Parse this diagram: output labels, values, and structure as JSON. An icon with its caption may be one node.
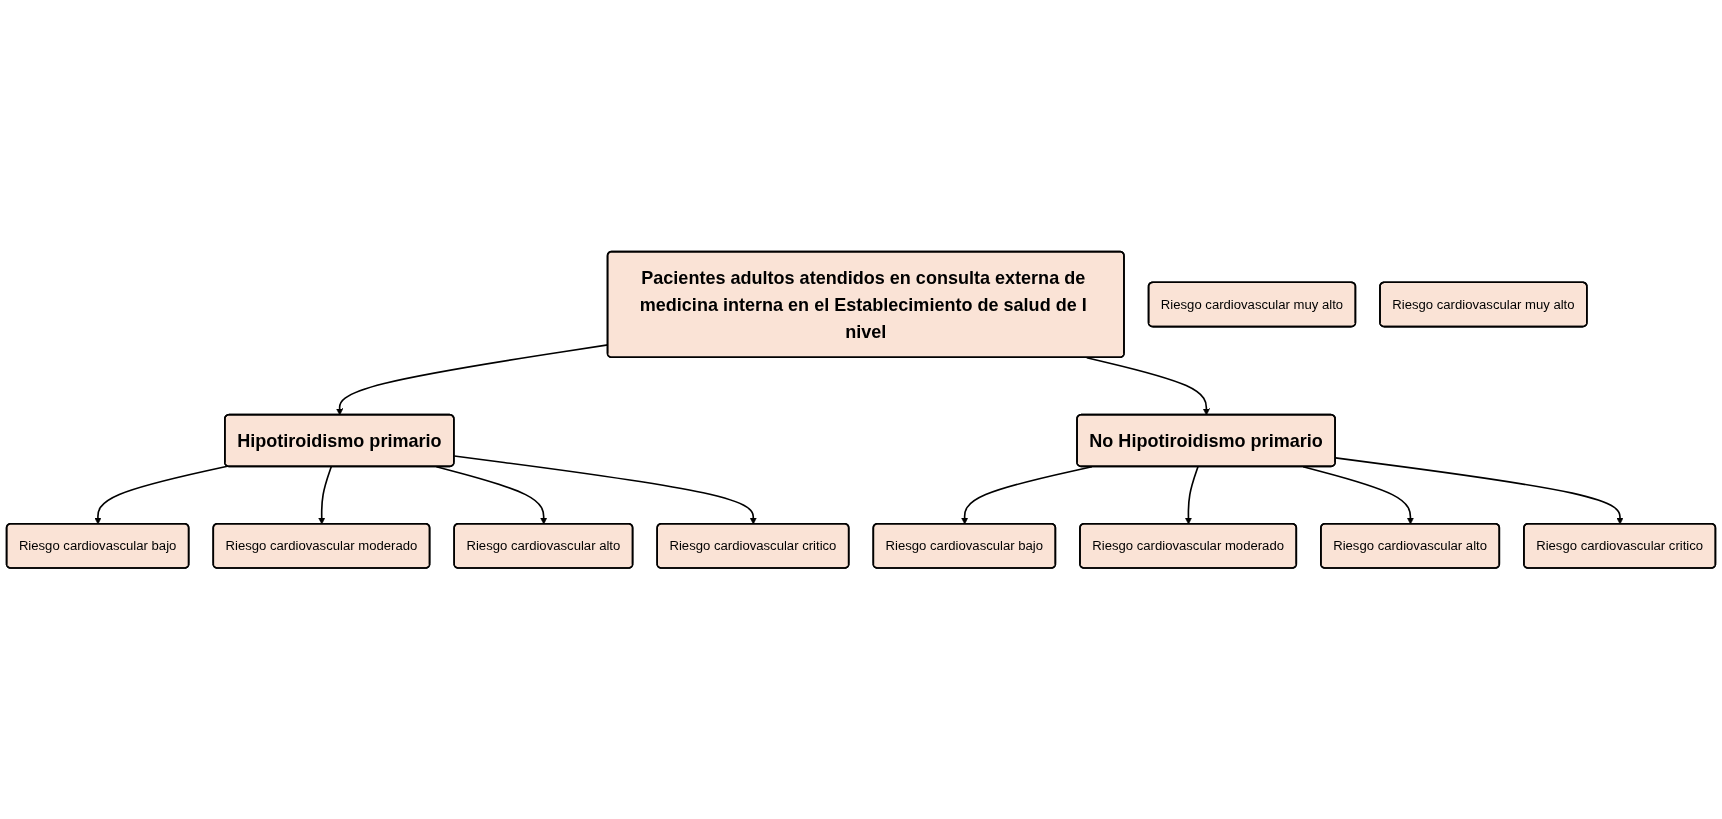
{
  "diagram": {
    "nodes": [
      {
        "text": [
          "Pacientes adultos atendidos en consulta externa de medicina interna en el Establecimiento de salud de I nivel"
        ]
      },
      {
        "text": [
          "Hipotiroidismo primario"
        ]
      },
      {
        "text": [
          "No Hipotiroidismo primario"
        ]
      },
      {
        "text": [
          "Riesgo cardiovascular bajo"
        ]
      },
      {
        "text": [
          "Riesgo cardiovascular critico"
        ]
      },
      {
        "text": [
          "Riesgo cardiovascular moderado"
        ]
      },
      {
        "text": [
          "Riesgo cardiovascular alto"
        ]
      },
      {
        "text": [
          "Riesgo cardiovascular muy alto"
        ]
      },
      {
        "text": [
          "Riesgo cardiovascular bajo"
        ]
      },
      {
        "text": [
          "Riesgo cardiovascular critico"
        ]
      },
      {
        "text": [
          "Riesgo cardiovascular moderado"
        ]
      },
      {
        "text": [
          "Riesgo cardiovascular alto"
        ]
      },
      {
        "text": [
          "Riesgo cardiovascular muy alto"
        ]
      }
    ],
    "edges": [
      {
        "from": 0,
        "to": 1,
        "arrow": "to"
      },
      {
        "from": 0,
        "to": 2,
        "arrow": "to"
      },
      {
        "from": 1,
        "to": 3,
        "arrow": "to"
      },
      {
        "from": 1,
        "to": 5,
        "arrow": "to"
      },
      {
        "from": 1,
        "to": 6,
        "arrow": "to"
      },
      {
        "from": 1,
        "to": 4,
        "arrow": "to"
      },
      {
        "from": 2,
        "to": 8,
        "arrow": "to"
      },
      {
        "from": 2,
        "to": 10,
        "arrow": "to"
      },
      {
        "from": 2,
        "to": 11,
        "arrow": "to"
      },
      {
        "from": 2,
        "to": 9,
        "arrow": "to"
      }
    ]
  }
}
